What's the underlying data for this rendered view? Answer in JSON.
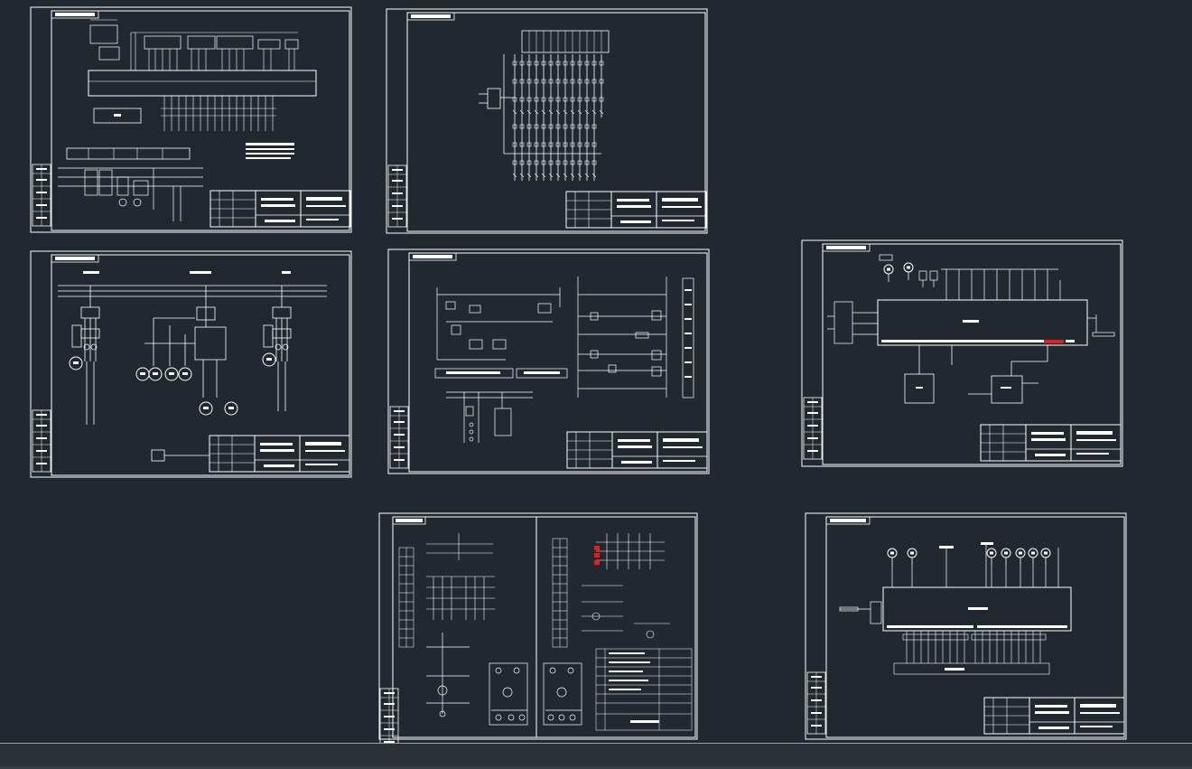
{
  "viewport": {
    "background": "#212830",
    "line_color": "#ffffff",
    "highlight_color": "#e02020"
  },
  "sheets": [
    {
      "id": "sheet-1",
      "kind": "plc-panel"
    },
    {
      "id": "sheet-2",
      "kind": "terminal-array"
    },
    {
      "id": "sheet-3",
      "kind": "motor-circuit"
    },
    {
      "id": "sheet-4",
      "kind": "control-circuit"
    },
    {
      "id": "sheet-5",
      "kind": "plc-io-red"
    },
    {
      "id": "sheet-6",
      "kind": "two-panel-wiring"
    },
    {
      "id": "sheet-7",
      "kind": "plc-io"
    }
  ],
  "status_bar": {
    "visible": true
  }
}
